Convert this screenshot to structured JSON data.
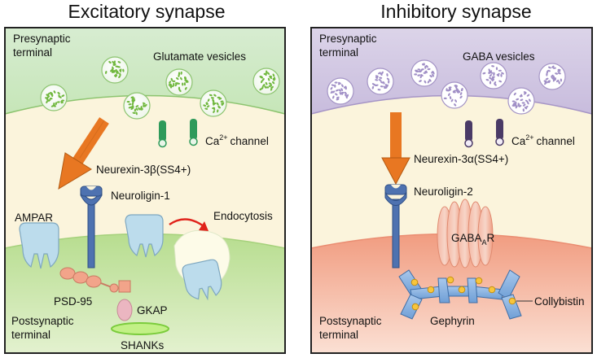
{
  "excitatory": {
    "title": "Excitatory synapse",
    "presynaptic": [
      "Presynaptic",
      "terminal"
    ],
    "vesicles": "Glutamate vesicles",
    "ca_channel": "channel",
    "ca_prefix": "Ca",
    "ca_sup": "2+",
    "neurexin": "Neurexin-3β(SS4+)",
    "neuroligin": "Neuroligin-1",
    "ampar": "AMPAR",
    "endocytosis": "Endocytosis",
    "psd95": "PSD-95",
    "gkap": "GKAP",
    "shanks": "SHANKs",
    "postsynaptic": [
      "Postsynaptic",
      "terminal"
    ]
  },
  "inhibitory": {
    "title": "Inhibitory synapse",
    "presynaptic": [
      "Presynaptic",
      "terminal"
    ],
    "vesicles": "GABA vesicles",
    "ca_channel": "channel",
    "ca_prefix": "Ca",
    "ca_sup": "2+",
    "neurexin": "Neurexin-3α(SS4+)",
    "neuroligin": "Neuroligin-2",
    "gabaar_main": "GABA",
    "gabaar_sub": "A",
    "gabaar_end": "R",
    "collybistin": "Collybistin",
    "gephyrin": "Gephyrin",
    "postsynaptic": [
      "Postsynaptic",
      "terminal"
    ]
  },
  "colors": {
    "exc_pre": "#d9ecd2",
    "exc_cleft": "#fbf4dc",
    "exc_post": "#b6dc8e",
    "inh_pre": "#d3cbe2",
    "inh_cleft": "#fbf4dc",
    "inh_post": "#f3a286",
    "arrow": "#e87722",
    "neuroligin": "#4e72b0",
    "receptor": "#bcdcec"
  }
}
